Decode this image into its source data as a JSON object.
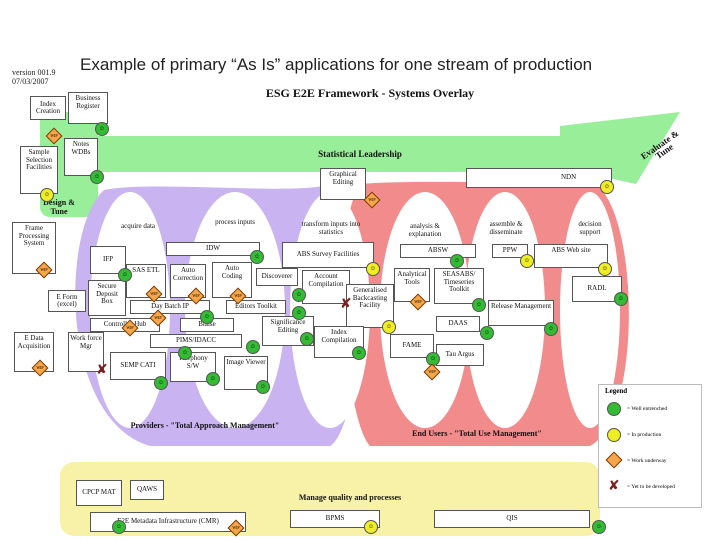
{
  "slide_title": "Example of primary “As Is” applications for one stream of production",
  "version_lines": [
    "version 001.9",
    "07/03/2007"
  ],
  "framework_title": "ESG E2E Framework - Systems Overlay",
  "statistical_leadership": "Statistical Leadership",
  "evaluate_tune": "Evaluate & Tune",
  "design_tune": "Design & Tune",
  "providers_label": "Providers - \"Total Approach Management\"",
  "end_users_label": "End Users - \"Total Use Management\"",
  "manage_quality": "Manage quality and processes",
  "phases": {
    "acquire": "acquire data",
    "process": "process inputs",
    "transform": "transform inputs into statistics",
    "analysis": "analysis & explanation",
    "assemble": "assemble & disseminate",
    "decision": "decision support"
  },
  "boxes": {
    "index_creation": "Index Creation",
    "business_register": "Business Register",
    "notes_wdbs": "Notes WDBs",
    "sample_selection": "Sample Selection Facilities",
    "frame_processing": "Frame Processing System",
    "graphical_editing": "Graphical Editing",
    "ndn": "NDN",
    "ifp": "IFP",
    "idw": "IDW",
    "abs_survey": "ABS Survey Facilities",
    "absw": "ABSW",
    "ppw": "PPW",
    "abs_web": "ABS Web site",
    "radl": "RADL",
    "sas_etl": "SAS ETL",
    "auto_correction": "Auto Correction",
    "auto_coding": "Auto Coding",
    "discoverer": "Discoverer",
    "account_compilation": "Account Compilation",
    "analytical_tools": "Analytical Tools",
    "seasabs": "SEASABS/ Timeseries Toolkit",
    "e_form": "E Form (excel)",
    "secure_deposit": "Secure Deposit Box",
    "day_batch": "Day Batch IP",
    "editors_toolkit": "Editors Toolkit",
    "generalised_backcasting": "Generalised Backcasting Facility",
    "release_mgmt": "Release Management",
    "controller_hub": "Controller Hub",
    "blaise": "Blaise",
    "significance_editing": "Significance Editing",
    "daas": "DAAS",
    "e_data": "E Data Acquisition",
    "workforce_mgr": "Work force Mgr",
    "pims": "PIMS/IDACC",
    "index_compilation": "Index Compilation",
    "fame": "FAME",
    "tau_argus": "Tau Argus",
    "semp_cati": "SEMP CATI",
    "telephony": "Telephony S/W",
    "image_viewer": "Image Viewer",
    "cpcp_mat": "CPCP MAT",
    "qaws": "QAWS",
    "e2e_metadata": "E2E Metadata Infrastructure (CMR)",
    "bpms": "BPMS",
    "qis": "QIS"
  },
  "wip_text": "WIP",
  "legend": {
    "title": "Legend",
    "items": [
      "= Well entrenched",
      "= In production",
      "= Work underway",
      "= Yet to be developed"
    ]
  },
  "colors": {
    "green_band": "#99ee99",
    "purple": "#c9b3f0",
    "red": "#f28b8b",
    "yellow": "#f7f2a8",
    "green_dot": "#33bb33",
    "yellow_dot": "#eeee22",
    "wip_diamond": "#f5a54a",
    "undev_mark": "#7a2020"
  }
}
